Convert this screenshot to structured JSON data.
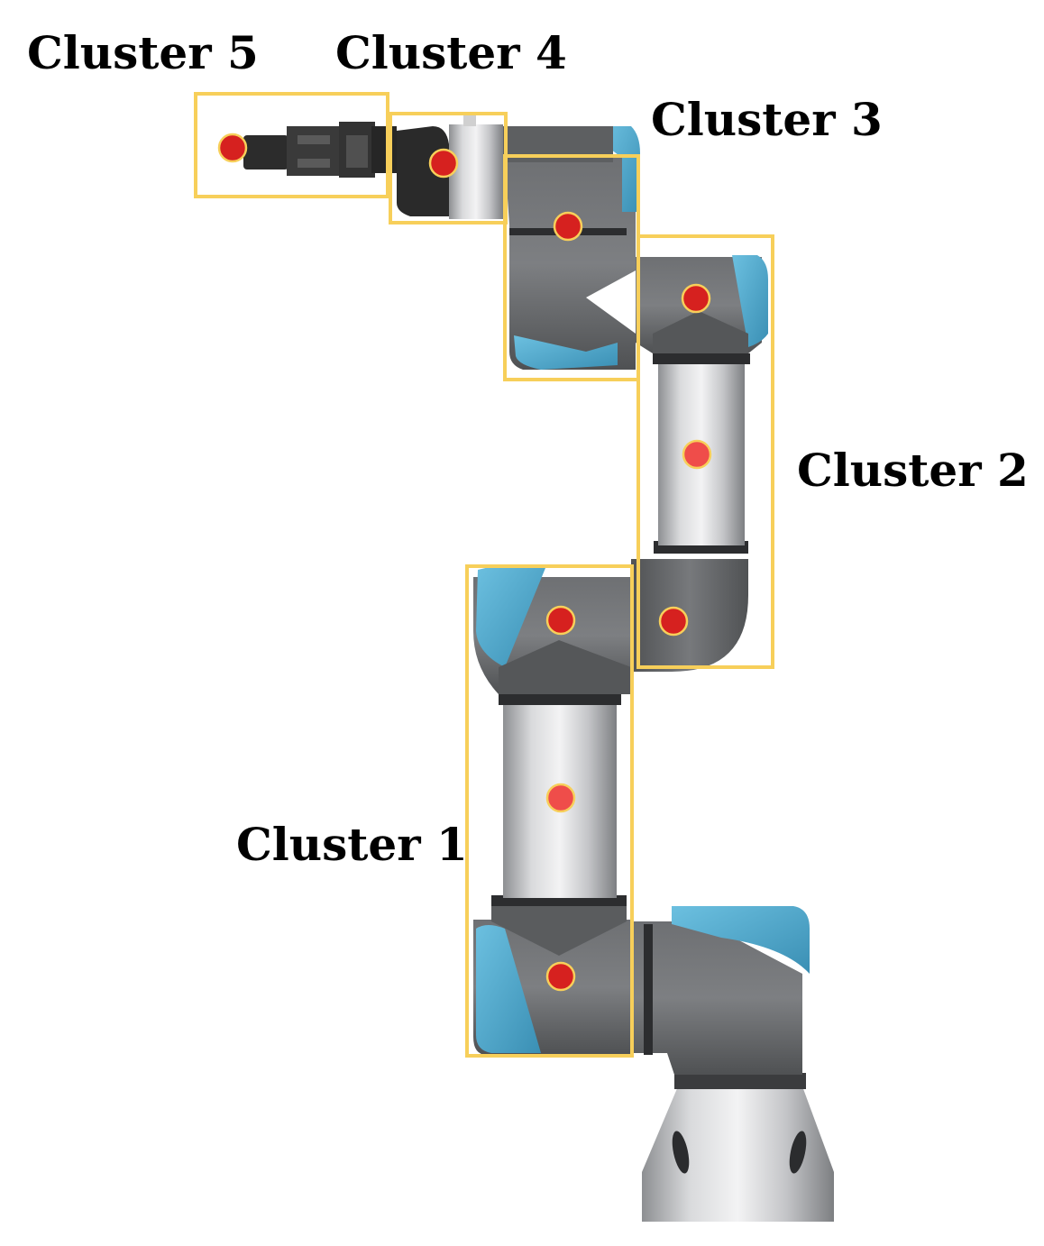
{
  "clusters": [
    {
      "label": "Cluster 1"
    },
    {
      "label": "Cluster 2"
    },
    {
      "label": "Cluster 3"
    },
    {
      "label": "Cluster 4"
    },
    {
      "label": "Cluster 5"
    }
  ],
  "colors": {
    "box_outline": "#f7cf5a",
    "marker_fill": "#d6211f",
    "marker_fill_light": "#ef4d4a",
    "marker_outline": "#f7cf5a",
    "joint_gray": "#5f6163",
    "link_silver": "#c8c9cb",
    "cap_blue": "#4ea6c9",
    "gripper_black": "#2a2a2a"
  }
}
